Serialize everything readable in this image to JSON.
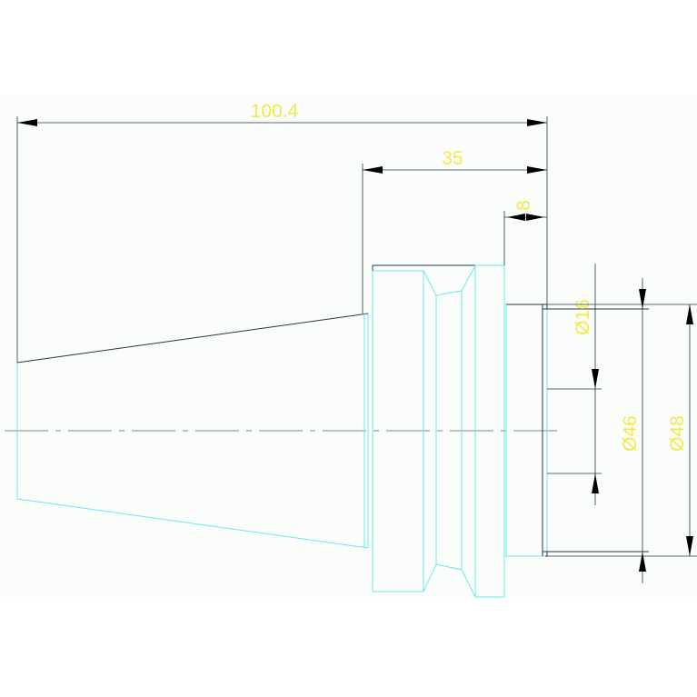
{
  "drawing": {
    "dimensions": {
      "overall_length": "100.4",
      "mid_length": "35",
      "short_length": "8",
      "dia_small": "Ø16",
      "dia_mid": "Ø46",
      "dia_large": "Ø48"
    },
    "colors": {
      "background": "#fbfdfb",
      "outline_cyan": "#6fe6ee",
      "outline_dark": "#1f3b4a",
      "dimension_text": "#f2ea4a",
      "arrowheads": "#000000",
      "centerline": "#7a8a90"
    }
  }
}
